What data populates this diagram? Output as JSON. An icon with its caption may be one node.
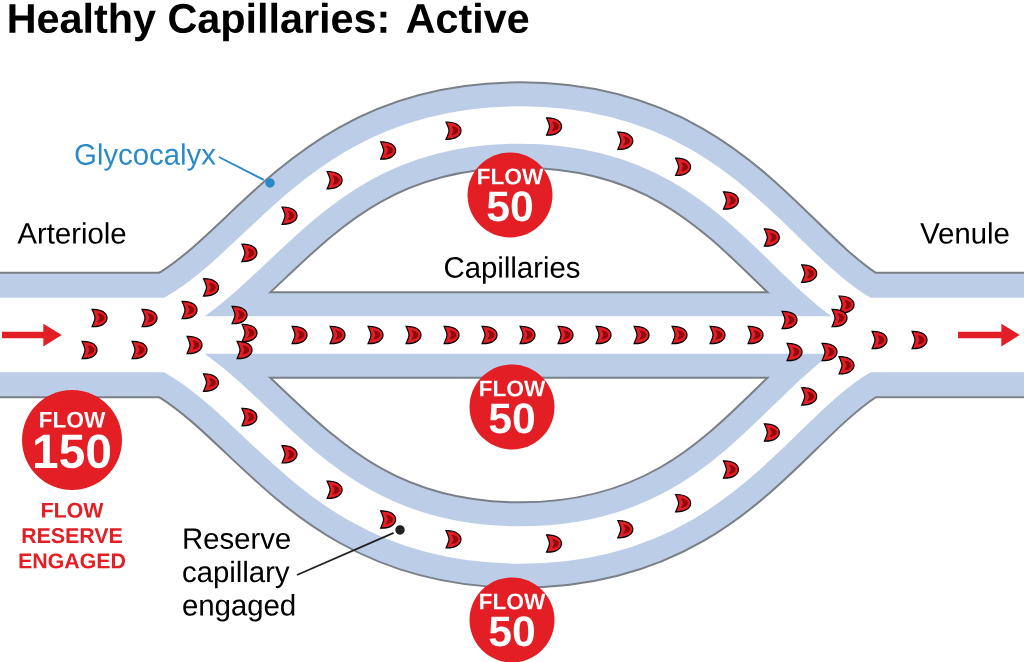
{
  "diagram": {
    "title": "Healthy Capillaries: Active",
    "nodes": [
      {
        "text": [
          "Glycocalyx"
        ]
      },
      {
        "text": [],
        "shape": "circle"
      },
      {
        "text": [
          "FLOW",
          "50"
        ]
      },
      {
        "text": [
          "FLOW",
          "50"
        ]
      },
      {
        "text": [
          "FLOW",
          "150"
        ],
        "beside": [
          "FLOW RESERVE ENGAGED"
        ]
      },
      {
        "text": [
          "Reserve capillary engaged"
        ]
      },
      {
        "text": [],
        "shape": "circle"
      },
      {
        "text": [
          "FLOW",
          "50"
        ]
      }
    ],
    "edges": [
      {
        "from": 0,
        "to": 1,
        "arrow": "none",
        "color": "#2a8ac8"
      },
      {
        "from": 5,
        "to": 6,
        "arrow": "none",
        "color": "#222222"
      }
    ],
    "labels": [
      "Arteriole",
      "Capillaries",
      "Venule"
    ]
  }
}
